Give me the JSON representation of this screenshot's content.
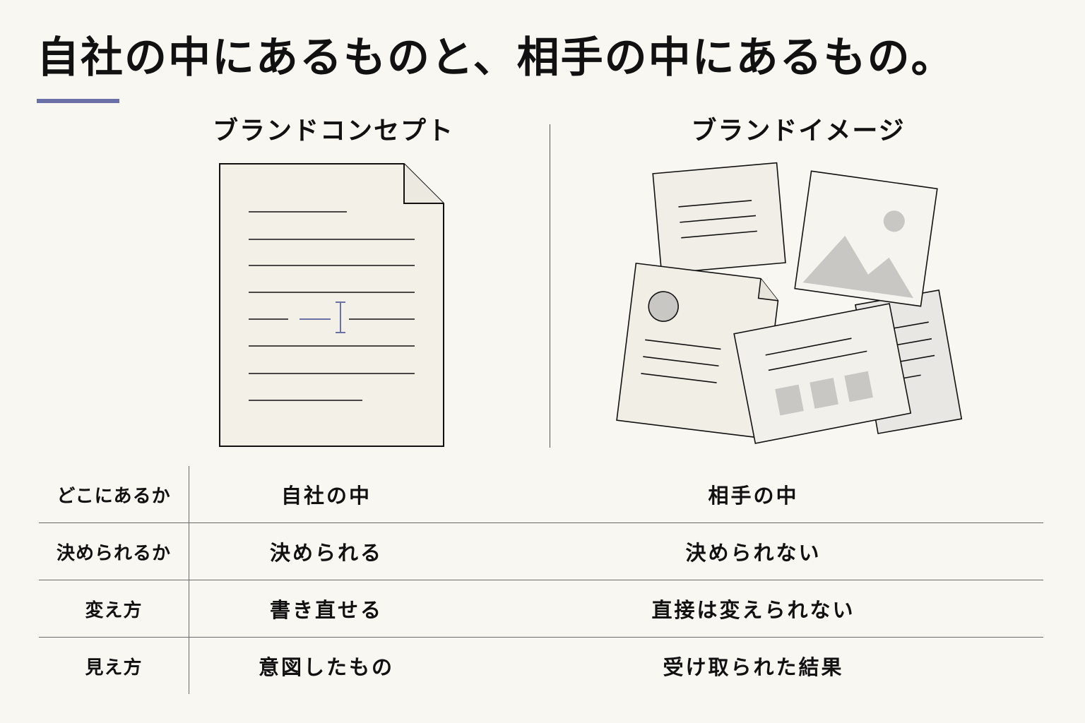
{
  "title": "自社の中にあるものと、相手の中にあるもの。",
  "colors": {
    "accent": "#6b70a6",
    "paper": "#f3f0e8",
    "gray": "#c9c7c4",
    "ink": "#111111"
  },
  "columns": {
    "left": {
      "heading": "ブランドコンセプト",
      "icon": "document-with-text-cursor-icon"
    },
    "right": {
      "heading": "ブランドイメージ",
      "icon": "scattered-papers-icon"
    }
  },
  "rows": [
    {
      "label": "どこにあるか",
      "left": "自社の中",
      "right": "相手の中"
    },
    {
      "label": "決められるか",
      "left": "決められる",
      "right": "決められない"
    },
    {
      "label": "変え方",
      "left": "書き直せる",
      "right": "直接は変えられない"
    },
    {
      "label": "見え方",
      "left": "意図したもの",
      "right": "受け取られた結果"
    }
  ]
}
